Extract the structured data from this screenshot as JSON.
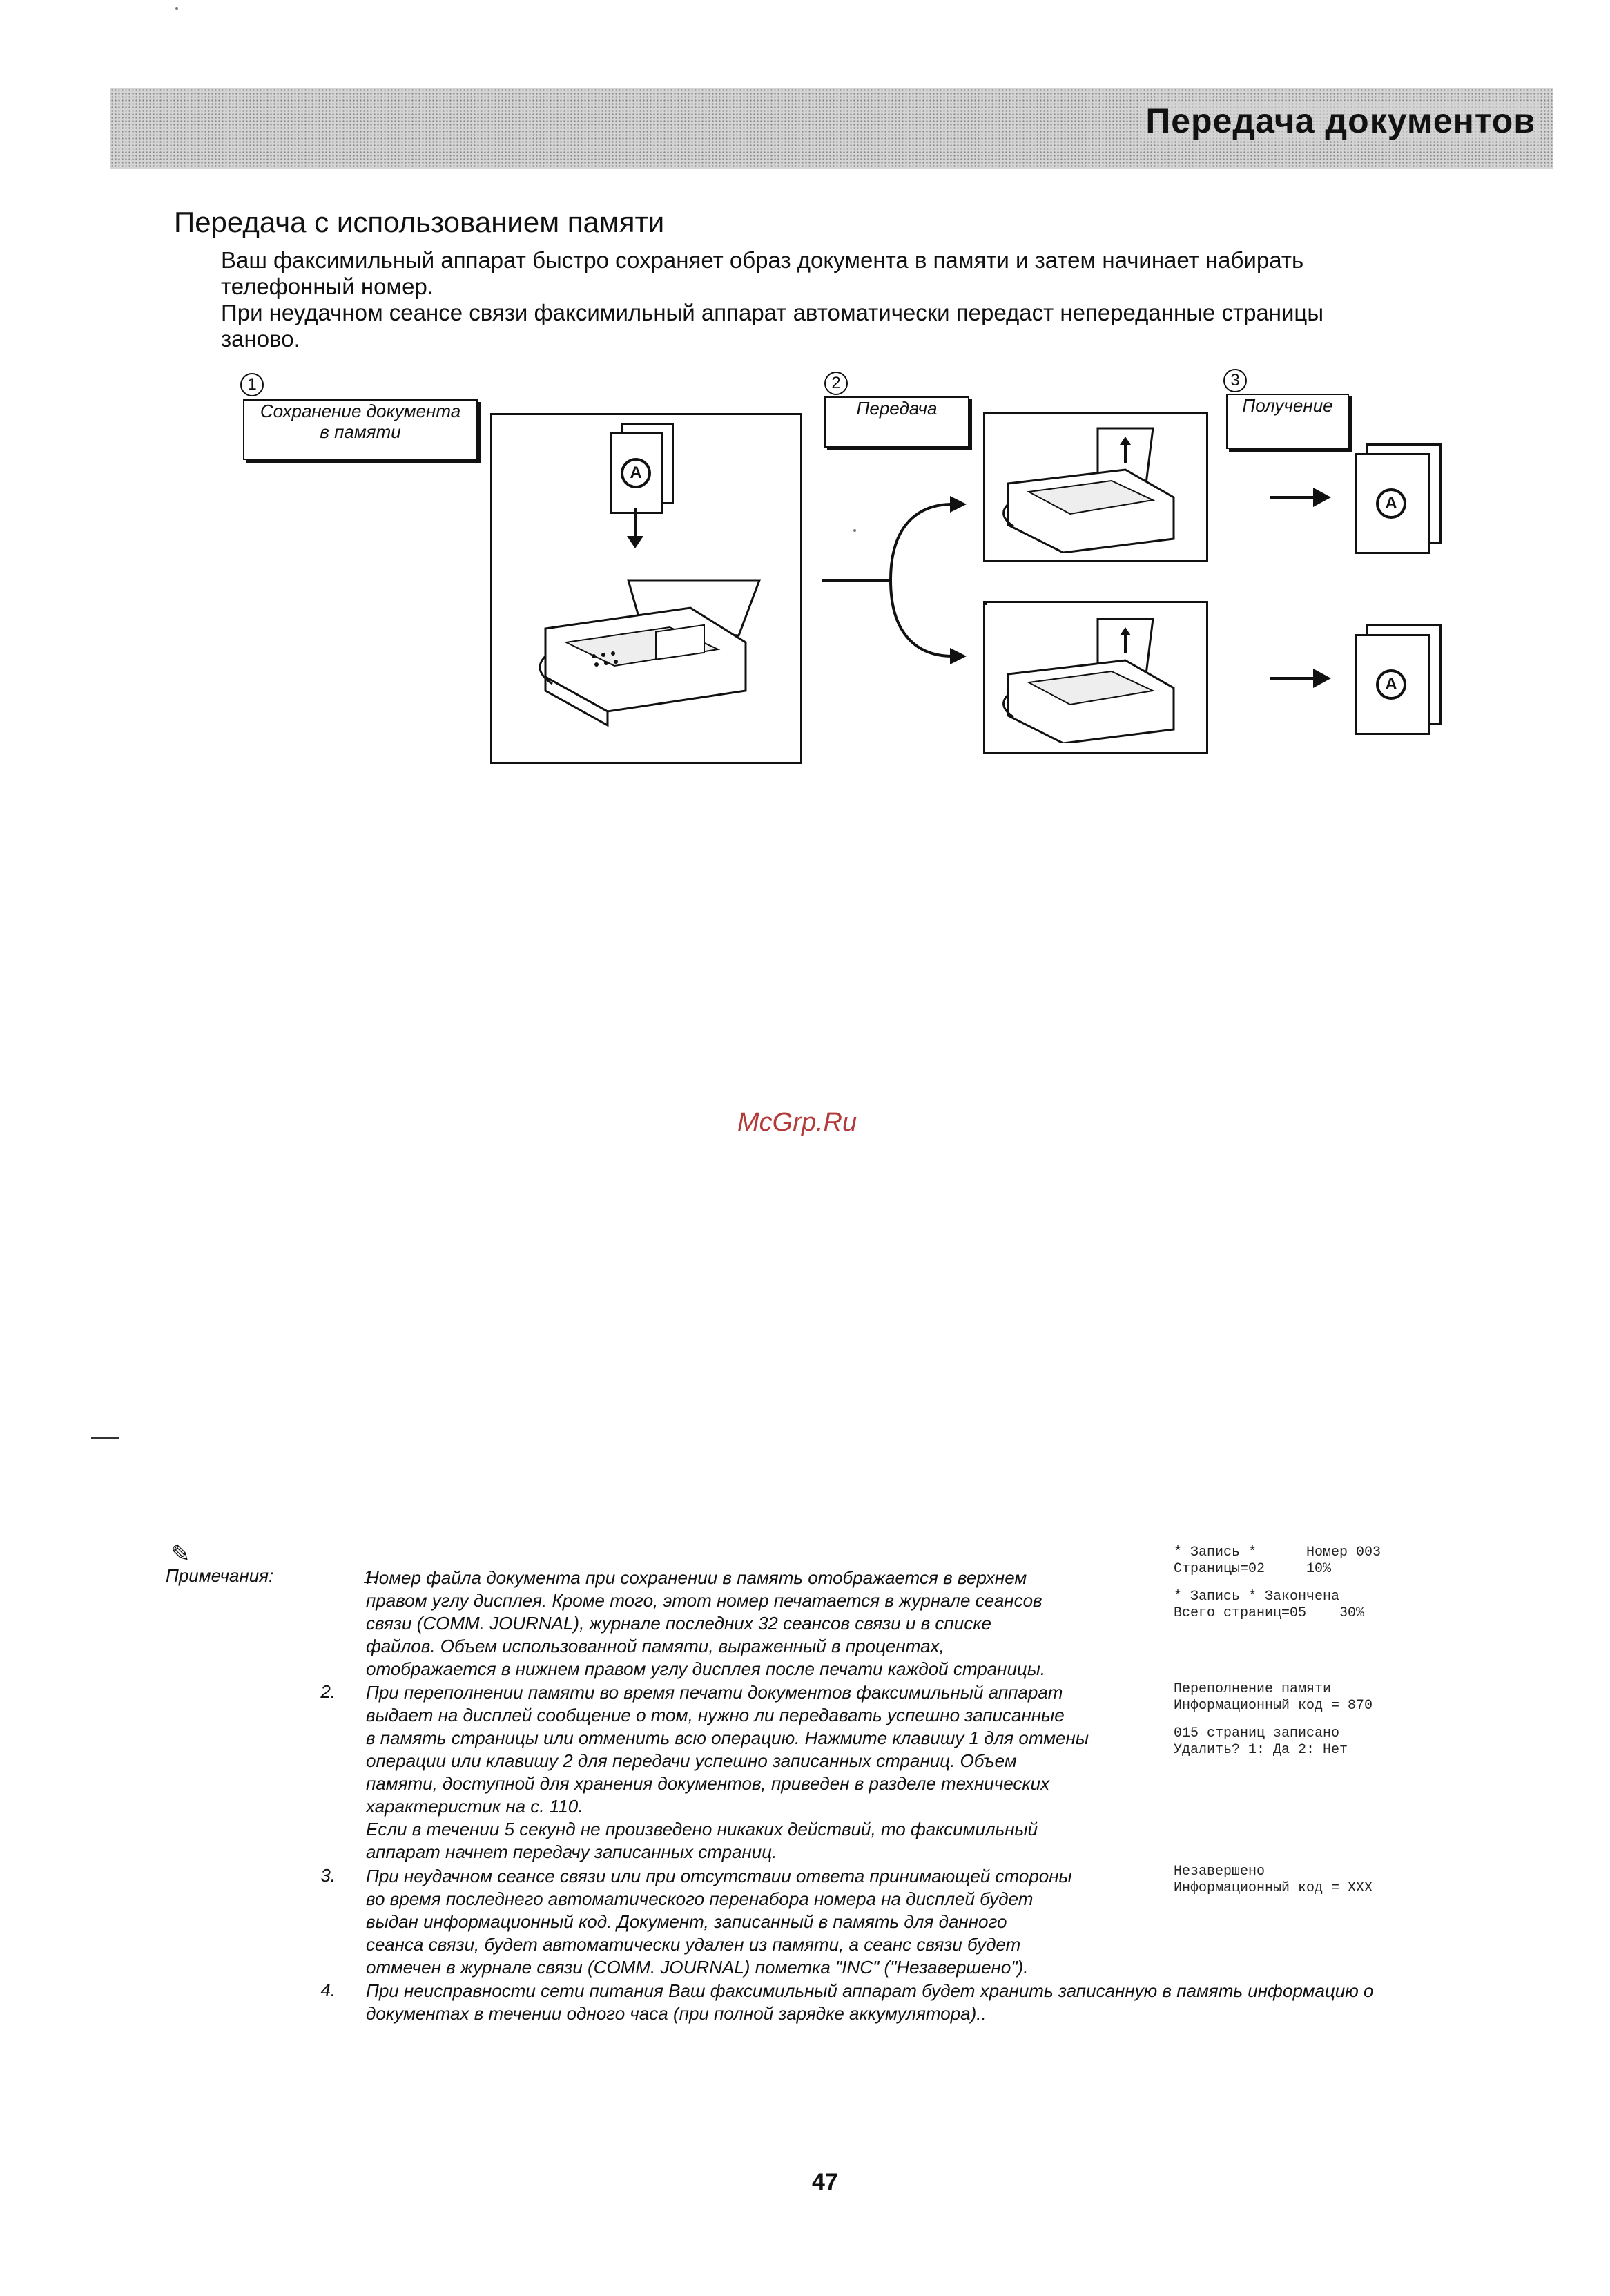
{
  "header": {
    "title": "Передача документов"
  },
  "section": {
    "heading": "Передача с использованием памяти",
    "intro_lines": [
      "Ваш факсимильный аппарат быстро сохраняет образ документа в памяти и затем начинает набирать",
      "телефонный номер.",
      "При неудачном сеансе связи факсимильный аппарат автоматически передаст непереданные страницы",
      "заново."
    ]
  },
  "diagram": {
    "steps": [
      {
        "number": "1",
        "label_line1": "Сохранение документа",
        "label_line2": "в памяти"
      },
      {
        "number": "2",
        "label_line1": "Передача",
        "label_line2": ""
      },
      {
        "number": "3",
        "label_line1": "Получение",
        "label_line2": ""
      }
    ],
    "doc_mark": "A"
  },
  "watermark": "McGrp.Ru",
  "notes": {
    "label": "Примечания:",
    "items": [
      {
        "num": "1.",
        "lines": [
          "Номер файла документа при сохранении в память отображается в верхнем",
          "правом углу дисплея. Кроме того, этот номер печатается в журнале сеансов",
          "связи (COMM. JOURNAL), журнале последних 32 сеансов связи и в списке",
          "файлов. Объем использованной памяти, выраженный в процентах,",
          "отображается в нижнем правом углу дисплея после печати каждой страницы."
        ]
      },
      {
        "num": "2.",
        "lines": [
          "При переполнении памяти во время печати документов факсимильный аппарат",
          "выдает на дисплей сообщение о том, нужно ли передавать успешно записанные",
          "в память страницы или отменить всю операцию. Нажмите клавишу 1 для отмены",
          "операции или клавишу 2 для передачи успешно записанных страниц. Объем",
          "памяти, доступной для хранения документов, приведен в разделе технических",
          "характеристик на с. 110.",
          "Если в течении 5 секунд не произведено никаких действий, то факсимильный",
          "аппарат начнет передачу записанных страниц."
        ]
      },
      {
        "num": "3.",
        "lines": [
          "При неудачном сеансе связи или при отсутствии ответа принимающей стороны",
          "во время последнего автоматического перенабора номера на дисплей будет",
          "выдан информационный код. Документ, записанный в память для данного",
          "сеанса связи, будет автоматически удален из памяти, а сеанс связи будет",
          "отмечен в журнале связи (COMM. JOURNAL) пометка \"INC\" (\"Незавершено\")."
        ]
      },
      {
        "num": "4.",
        "lines": [
          "При неисправности сети питания Ваш факсимильный аппарат будет  хранить записанную в память информацию о",
          "документах в течении одного часа (при полной зарядке аккумулятора).."
        ]
      }
    ]
  },
  "displays": [
    {
      "line1": "* Запись *      Номер 003",
      "line2": "Страницы=02     10%"
    },
    {
      "line1": "* Запись * Закончена",
      "line2": "Всего страниц=05    30%"
    },
    {
      "line1": "Переполнение памяти",
      "line2": "Информационный код = 870"
    },
    {
      "line1": "015 страниц записано",
      "line2": "Удалить? 1: Да 2: Нет"
    },
    {
      "line1": "Незавершено",
      "line2": "Информационный код = XXX"
    }
  ],
  "page_number": "47"
}
